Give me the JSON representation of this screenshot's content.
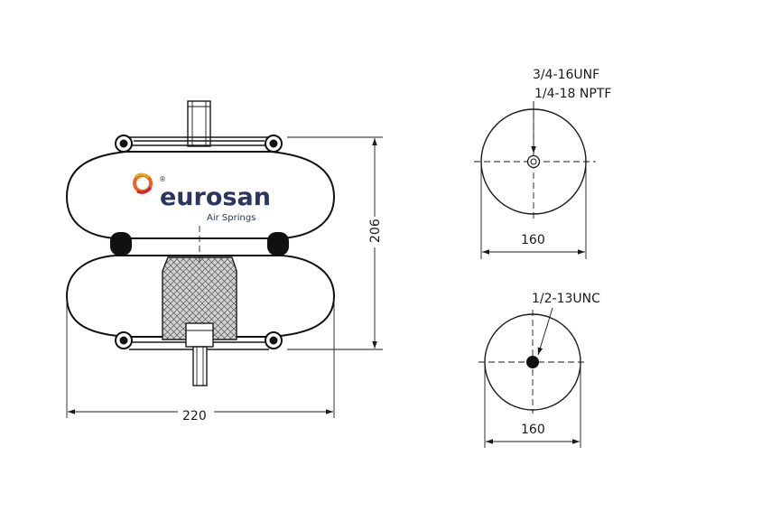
{
  "brand": {
    "name": "eurosan",
    "tagline": "Air Springs",
    "registered_mark": "®",
    "colors": {
      "text": "#2b3560",
      "logo_orange": "#e8622a",
      "logo_red": "#c8252c",
      "logo_yellow": "#f2a81d"
    }
  },
  "side_view": {
    "width_dimension": "220",
    "height_dimension": "206"
  },
  "top_view": {
    "thread_label_1": "3/4-16UNF",
    "thread_label_2": "1/4-18 NPTF",
    "diameter_dimension": "160"
  },
  "bottom_view": {
    "thread_label": "1/2-13UNC",
    "diameter_dimension": "160"
  },
  "colors": {
    "line": "#1a1a1a",
    "background": "#ffffff"
  }
}
